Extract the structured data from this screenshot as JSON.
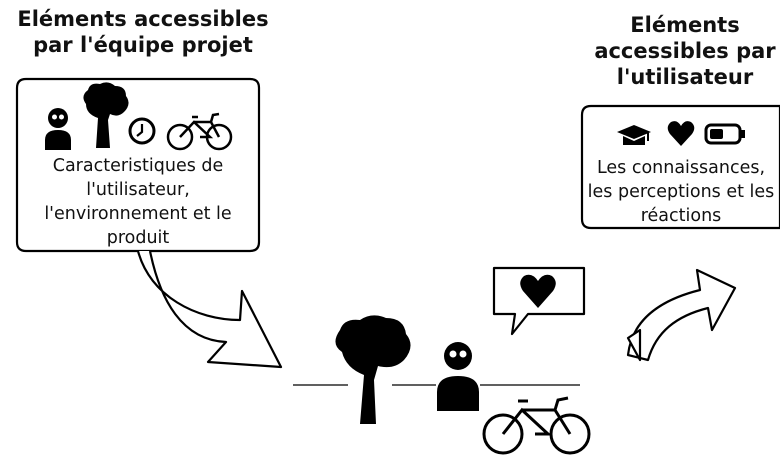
{
  "left_panel": {
    "title_line1": "Eléments accessibles",
    "title_line2": "par l'équipe projet",
    "description_lines": [
      "Caracteristiques de",
      "l'utilisateur,",
      "l'environnement et le",
      "produit"
    ],
    "icons": [
      "person-icon",
      "tree-icon",
      "clock-icon",
      "bicycle-icon"
    ]
  },
  "right_panel": {
    "title_line1": "Eléments",
    "title_line2": "accessibles par",
    "title_line3": "l'utilisateur",
    "description_lines": [
      "Les connaissances,",
      "les perceptions et les",
      "réactions"
    ],
    "icons": [
      "graduation-cap-icon",
      "heart-icon",
      "battery-icon"
    ]
  },
  "scene": {
    "icons": [
      "tree-icon",
      "person-icon",
      "bicycle-icon",
      "speech-bubble-icon",
      "heart-icon"
    ]
  }
}
